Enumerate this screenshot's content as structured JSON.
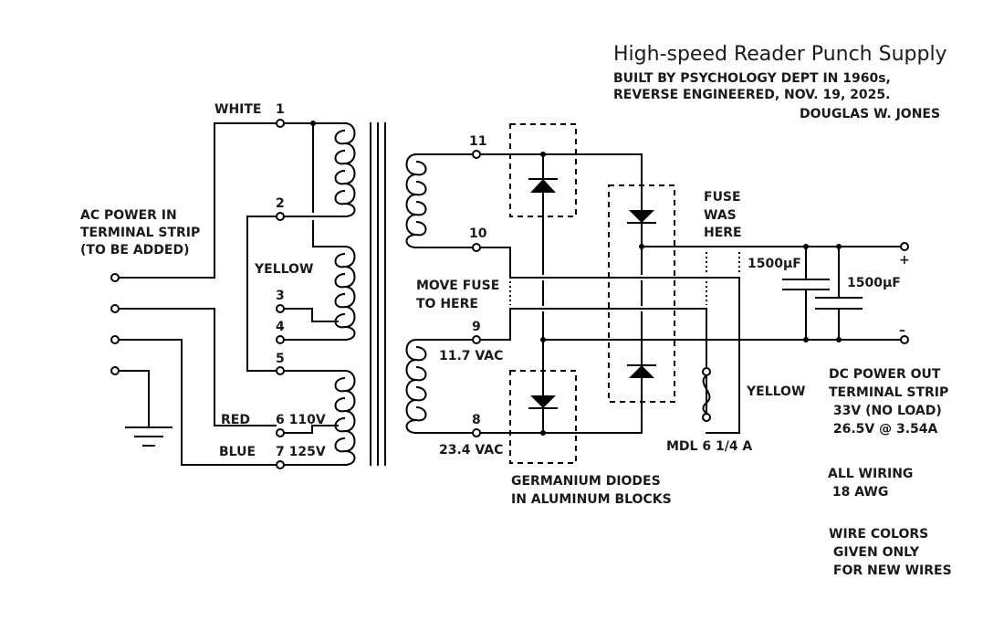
{
  "title": {
    "main": "High-speed Reader Punch Supply",
    "line1": "BUILT BY PSYCHOLOGY DEPT IN 1960s,",
    "line2": "REVERSE ENGINEERED, NOV. 19, 2025.",
    "author": "DOUGLAS W. JONES"
  },
  "ac_input": {
    "label_lines": [
      "AC POWER IN",
      "TERMINAL STRIP",
      "(TO BE ADDED)"
    ]
  },
  "wire_colors": {
    "white": "WHITE",
    "yellow_primary": "YELLOW",
    "red": "RED",
    "blue": "BLUE",
    "yellow_output": "YELLOW"
  },
  "primary_terminals": [
    {
      "id": "1",
      "label": "1"
    },
    {
      "id": "2",
      "label": "2"
    },
    {
      "id": "3",
      "label": "3"
    },
    {
      "id": "4",
      "label": "4"
    },
    {
      "id": "5",
      "label": "5"
    },
    {
      "id": "6",
      "label": "6 110V"
    },
    {
      "id": "7",
      "label": "7 125V"
    }
  ],
  "secondary_terminals": [
    {
      "id": "11",
      "label": "11"
    },
    {
      "id": "10",
      "label": "10"
    },
    {
      "id": "9",
      "label": "9",
      "voltage": "11.7 VAC"
    },
    {
      "id": "8",
      "label": "8",
      "voltage": "23.4 VAC"
    }
  ],
  "notes": {
    "move_fuse": [
      "MOVE FUSE",
      "TO HERE"
    ],
    "fuse_was": [
      "FUSE",
      "WAS",
      "HERE"
    ],
    "diodes": [
      "GERMANIUM DIODES",
      "IN ALUMINUM BLOCKS"
    ],
    "fuse_rating": "MDL 6 1/4 A",
    "dc_out": [
      "DC POWER OUT",
      "TERMINAL STRIP",
      " 33V (NO LOAD)",
      " 26.5V @ 3.54A"
    ],
    "wiring": [
      "ALL WIRING",
      " 18 AWG"
    ],
    "colors": [
      "WIRE COLORS",
      " GIVEN ONLY",
      " FOR NEW WIRES"
    ]
  },
  "capacitors": [
    {
      "id": "C1",
      "label": "1500µF"
    },
    {
      "id": "C2",
      "label": "1500µF"
    }
  ],
  "output_polarity": {
    "plus": "+",
    "minus": "–"
  }
}
